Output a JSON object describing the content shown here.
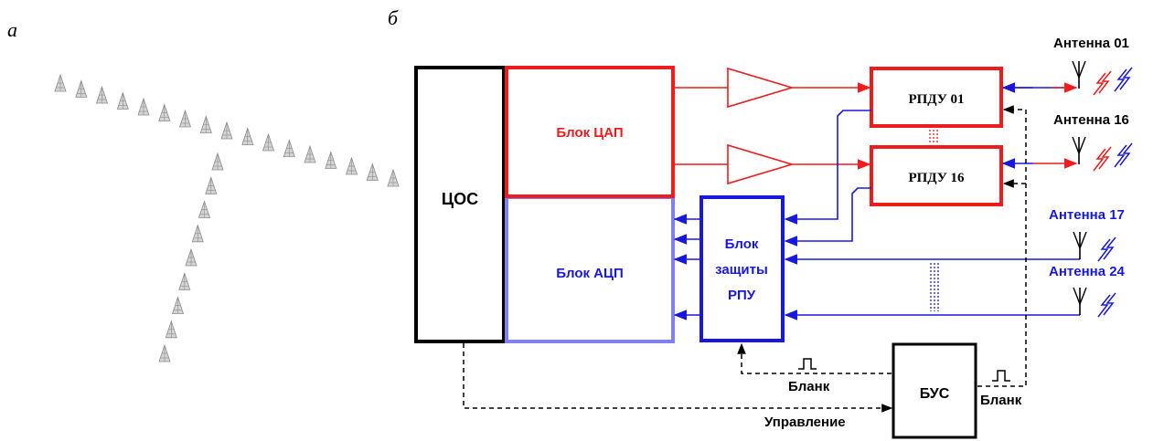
{
  "panels": {
    "a": "а",
    "b": "б"
  },
  "blocks": {
    "dsp": "ЦОС",
    "dac": "Блок ЦАП",
    "adc": "Блок АЦП",
    "protection_line1": "Блок",
    "protection_line2": "защиты",
    "protection_line3": "РПУ",
    "tx01": "РПДУ 01",
    "tx16": "РПДУ 16",
    "bus": "БУС"
  },
  "antennas": {
    "a01": "Антенна 01",
    "a16": "Антенна 16",
    "a17": "Антенна 17",
    "a24": "Антенна 24"
  },
  "signals": {
    "blank_left": "Бланк",
    "blank_right": "Бланк",
    "control": "Управление"
  },
  "colors": {
    "tx": "#ee1c1c",
    "rx": "#1818dd",
    "adc_border": "#8080f0",
    "black": "#000000",
    "array_element": "#8c8c8c"
  },
  "array": {
    "horizontal_elements": 17,
    "vertical_elements": 9
  }
}
